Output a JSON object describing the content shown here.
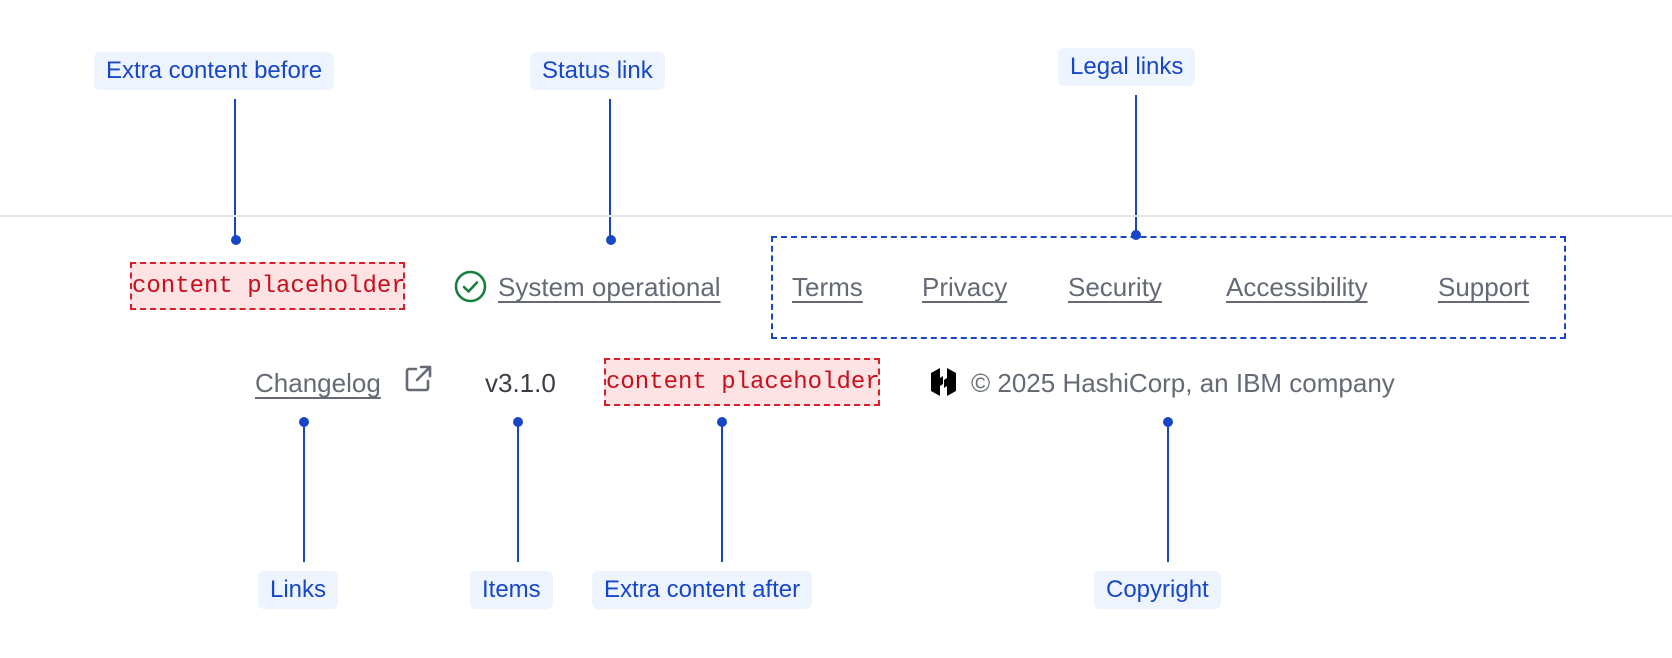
{
  "annotations": {
    "extra_before": "Extra content before",
    "status_link": "Status link",
    "legal_links": "Legal links",
    "links": "Links",
    "items": "Items",
    "extra_after": "Extra content after",
    "copyright": "Copyright"
  },
  "footer": {
    "placeholder_before": "content placeholder",
    "status": {
      "label": "System operational",
      "icon": "check-circle-icon",
      "color": "#15803d"
    },
    "legal_links": [
      "Terms",
      "Privacy",
      "Security",
      "Accessibility",
      "Support"
    ],
    "links": [
      {
        "label": "Changelog",
        "icon": "external-link-icon"
      }
    ],
    "items": [
      "v3.1.0"
    ],
    "placeholder_after": "content placeholder",
    "copyright": {
      "logo": "hashicorp-logo-icon",
      "text": "© 2025 HashiCorp, an IBM company"
    }
  },
  "colors": {
    "annotation": "#1747c8",
    "annotation_bg": "#eef4fe",
    "placeholder_border": "#d81f2c",
    "placeholder_bg": "#fde3e3",
    "link_text": "#656a76"
  }
}
